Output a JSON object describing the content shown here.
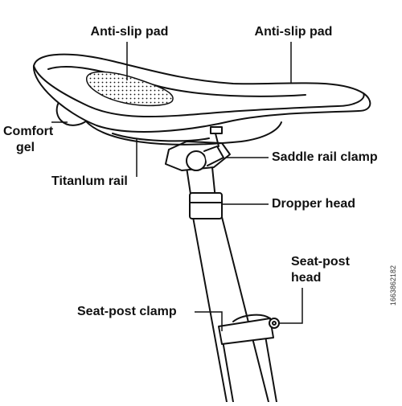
{
  "labels": {
    "anti_slip_pad_left": "Anti-slip pad",
    "anti_slip_pad_right": "Anti-slip pad",
    "comfort_gel_line1": "Comfort",
    "comfort_gel_line2": "gel",
    "titanium_rail": "Titanlum rail",
    "saddle_rail_clamp": "Saddle rail clamp",
    "dropper_head": "Dropper head",
    "seat_post_head_line1": "Seat-post",
    "seat_post_head_line2": "head",
    "seat_post_clamp": "Seat-post clamp"
  },
  "stock_id": "1663862182",
  "colors": {
    "line": "#111111",
    "background": "#ffffff",
    "pad_fill": "#d9d9d9"
  }
}
